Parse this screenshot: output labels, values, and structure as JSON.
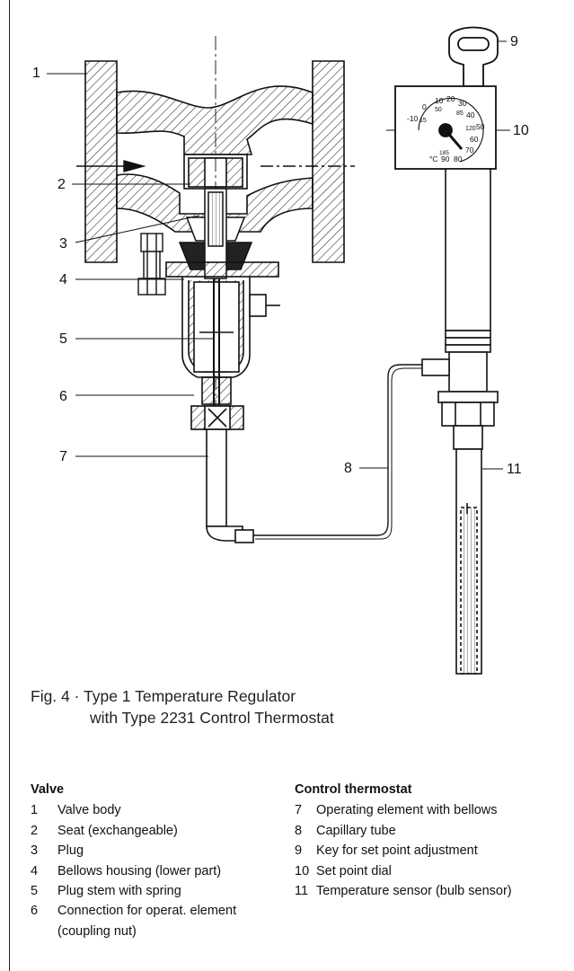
{
  "figure": {
    "caption_line1": "Fig. 4 · Type 1 Temperature Regulator",
    "caption_line2": "with Type 2231 Control Thermostat",
    "callouts": [
      "1",
      "2",
      "3",
      "4",
      "5",
      "6",
      "7",
      "8",
      "9",
      "10",
      "11"
    ],
    "dial_labels": [
      "10",
      "20",
      "30",
      "0",
      "50",
      "85",
      "40",
      "-10",
      "15",
      "120",
      "50",
      "60",
      "70",
      "80",
      "90",
      "°C",
      "185"
    ]
  },
  "legend": {
    "valve": {
      "heading": "Valve",
      "items": [
        {
          "num": "1",
          "text": "Valve body"
        },
        {
          "num": "2",
          "text": "Seat (exchangeable)"
        },
        {
          "num": "3",
          "text": "Plug"
        },
        {
          "num": "4",
          "text": "Bellows housing (lower part)"
        },
        {
          "num": "5",
          "text": "Plug stem with spring"
        },
        {
          "num": "6",
          "text": "Connection for operat. element"
        },
        {
          "num": "",
          "text": "(coupling nut)"
        }
      ]
    },
    "control": {
      "heading": "Control thermostat",
      "items": [
        {
          "num": "7",
          "text": "Operating element with bellows"
        },
        {
          "num": "8",
          "text": "Capillary tube"
        },
        {
          "num": "9",
          "text": "Key for set point adjustment"
        },
        {
          "num": "10",
          "text": "Set point dial"
        },
        {
          "num": "11",
          "text": "Temperature sensor (bulb sensor)"
        }
      ]
    }
  }
}
